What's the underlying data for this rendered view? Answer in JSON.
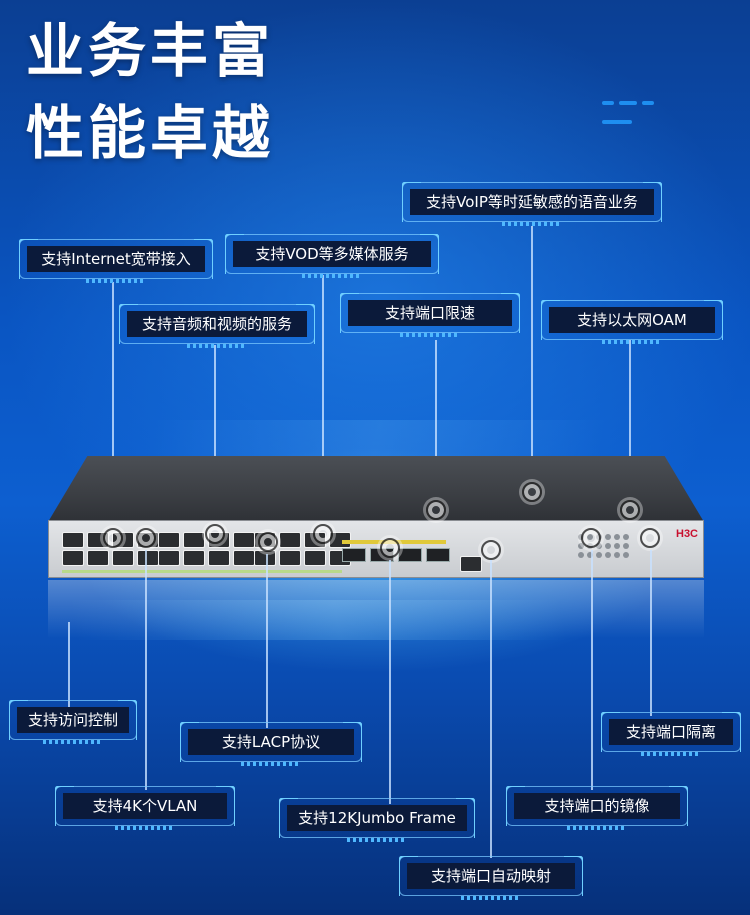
{
  "headline": {
    "line1": "业务丰富",
    "line2": "性能卓越"
  },
  "colors": {
    "label_bg": "#0b1a3a",
    "label_text": "#ffffff",
    "frame": "#6fd0ff",
    "brand": "#c8102e"
  },
  "device": {
    "brand_logo": "H3C"
  },
  "features": [
    {
      "id": "voip",
      "text": "支持VoIP等时延敏感的语音业务"
    },
    {
      "id": "internet",
      "text": "支持Internet宽带接入"
    },
    {
      "id": "vod",
      "text": "支持VOD等多媒体服务"
    },
    {
      "id": "rate-limit",
      "text": "支持端口限速"
    },
    {
      "id": "av",
      "text": "支持音频和视频的服务"
    },
    {
      "id": "oam",
      "text": "支持以太网OAM"
    },
    {
      "id": "acl",
      "text": "支持访问控制"
    },
    {
      "id": "lacp",
      "text": "支持LACP协议"
    },
    {
      "id": "isolation",
      "text": "支持端口隔离"
    },
    {
      "id": "vlan",
      "text": "支持4K个VLAN"
    },
    {
      "id": "jumbo",
      "text": "支持12KJumbo Frame"
    },
    {
      "id": "mirror",
      "text": "支持端口的镜像"
    },
    {
      "id": "mapping",
      "text": "支持端口自动映射"
    }
  ]
}
